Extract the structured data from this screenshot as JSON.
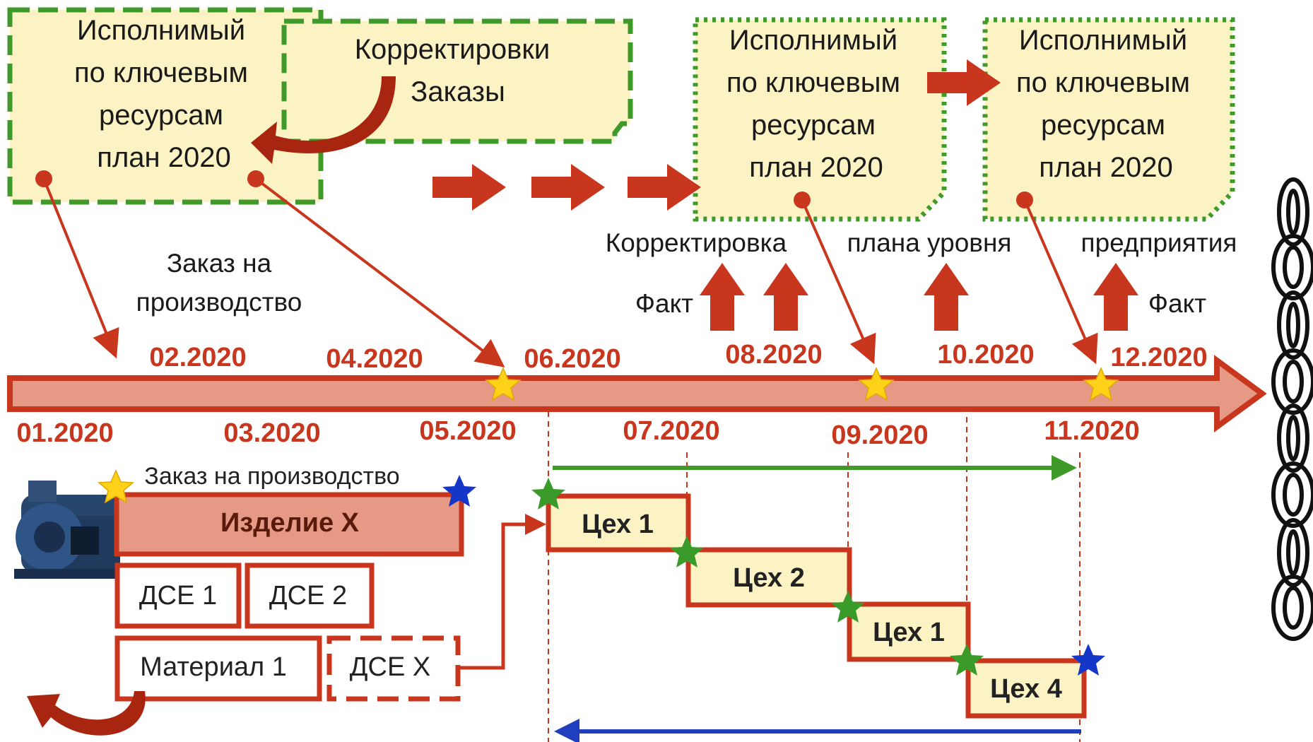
{
  "plan_boxes": {
    "line1": "Исполнимый",
    "line2": "по ключевым",
    "line3": "ресурсам",
    "line4": "план 2020"
  },
  "corrections_box": {
    "line1": "Корректировки",
    "line2": "Заказы"
  },
  "labels": {
    "order_to_production": [
      "Заказ на",
      "производство"
    ],
    "correction_word": "Корректировка",
    "plan_level_word": "плана уровня",
    "enterprise_word": "предприятия",
    "fact_left": "Факт",
    "fact_right": "Факт",
    "order_bar_label": "Заказ на производство"
  },
  "timeline": {
    "dates_top": [
      "02.2020",
      "04.2020",
      "06.2020",
      "08.2020",
      "10.2020",
      "12.2020"
    ],
    "dates_bottom": [
      "01.2020",
      "03.2020",
      "05.2020",
      "07.2020",
      "09.2020",
      "11.2020"
    ]
  },
  "product": {
    "name": "Изделие Х",
    "parts": [
      "ДСЕ 1",
      "ДСЕ 2"
    ],
    "material": "Материал 1",
    "part_x": "ДСЕ Х"
  },
  "shops": [
    "Цех 1",
    "Цех 2",
    "Цех 1",
    "Цех 4"
  ],
  "colors": {
    "red_arrow": "#c8361e",
    "timeline_fill": "#e69a85",
    "box_fill": "#fcf3c4",
    "green_border": "#3f9a2a",
    "green_arrow": "#3f9a2a",
    "blue_arrow": "#1f3fbf",
    "star_yellow": "#ffd21a",
    "star_green": "#3a9a2a",
    "star_blue": "#1437c8"
  },
  "icons": [
    "pump-image",
    "chain-icon",
    "star-icon"
  ]
}
